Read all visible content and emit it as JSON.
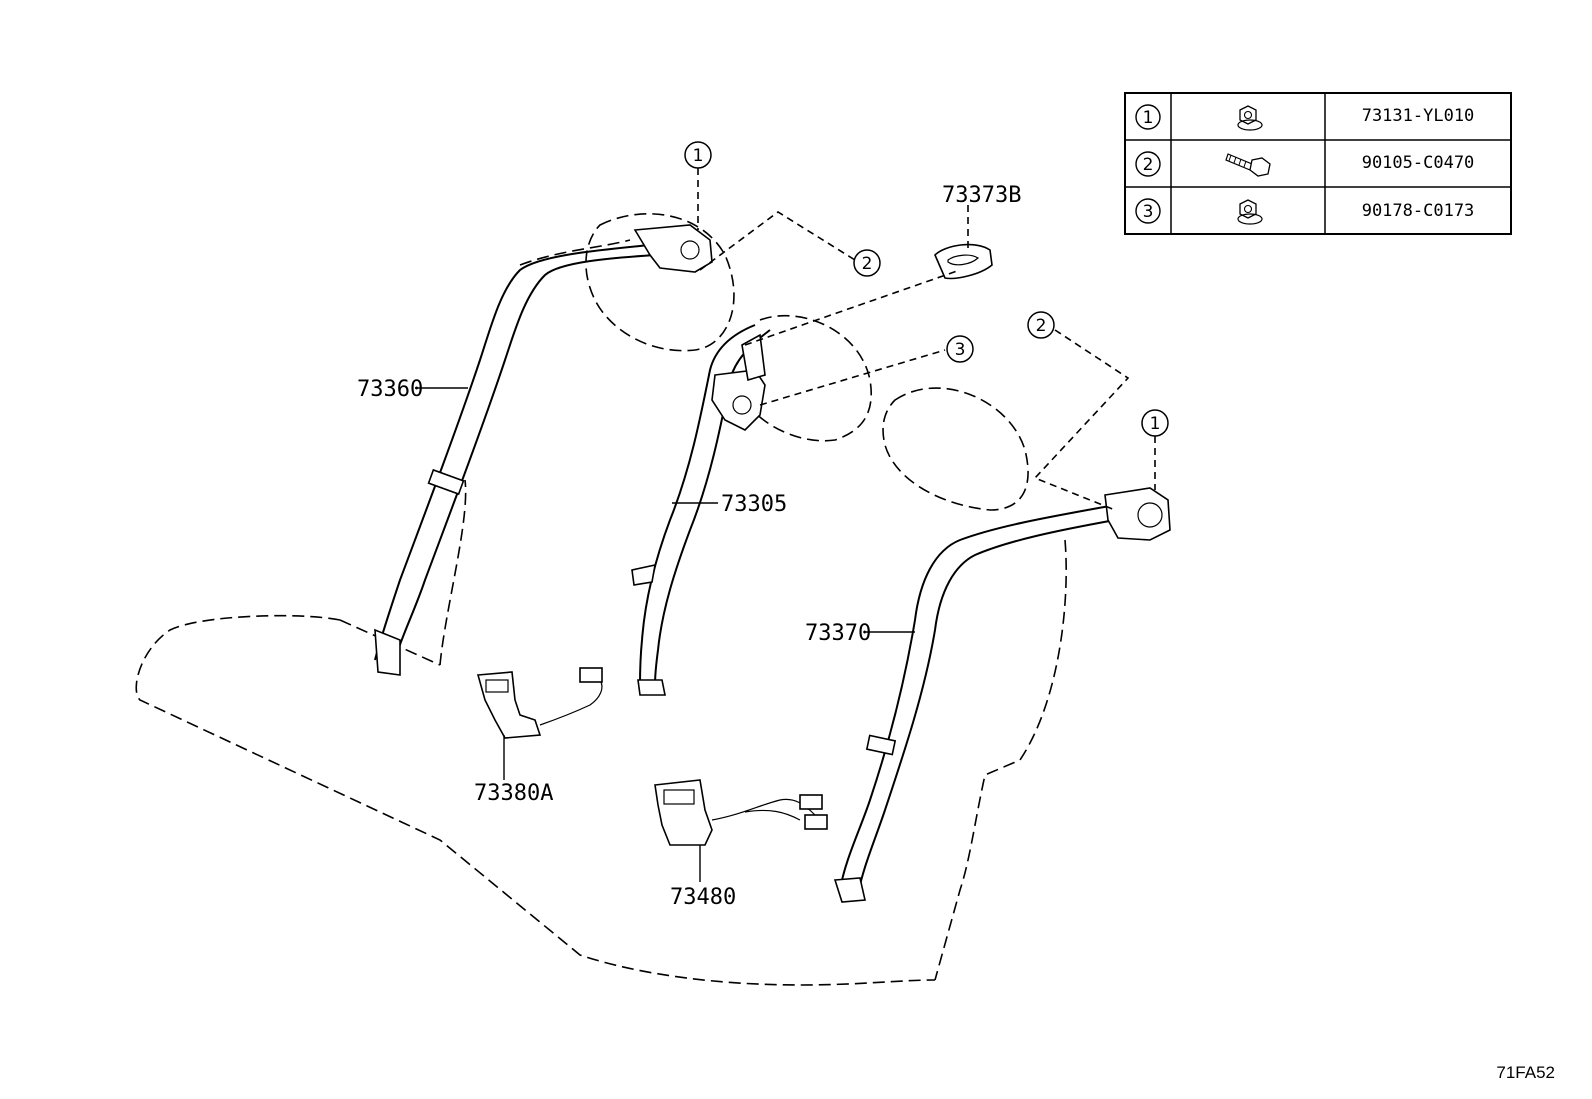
{
  "parts": {
    "p73360": "73360",
    "p73305": "73305",
    "p73370": "73370",
    "p73373b": "73373B",
    "p73380a": "73380A",
    "p73480": "73480"
  },
  "callouts": {
    "c1_top": "1",
    "c2_top": "2",
    "c3_mid": "3",
    "c2_right": "2",
    "c1_right": "1"
  },
  "fastener_table": {
    "rows": [
      {
        "index": "1",
        "icon": "flange-nut-icon",
        "part_no": "73131-YL010"
      },
      {
        "index": "2",
        "icon": "bolt-icon",
        "part_no": "90105-C0470"
      },
      {
        "index": "3",
        "icon": "flange-nut-icon",
        "part_no": "90178-C0173"
      }
    ]
  },
  "diagram_ref": "71FA52"
}
